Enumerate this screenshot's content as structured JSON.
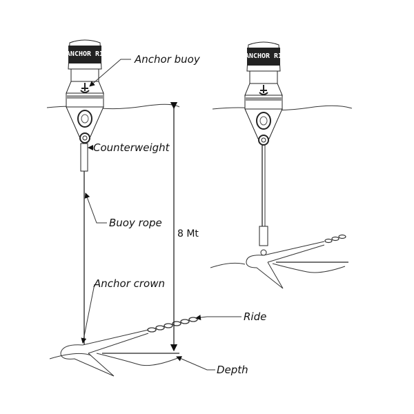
{
  "diagram": {
    "labels": {
      "anchor_buoy": "Anchor buoy",
      "counterweight": "Counterweight",
      "buoy_rope": "Buoy rope",
      "anchor_crown": "Anchor crown",
      "ride": "Ride",
      "depth": "Depth",
      "dimension": "8 Mt"
    },
    "buoy_logo_text": "ANCHOR RI"
  }
}
